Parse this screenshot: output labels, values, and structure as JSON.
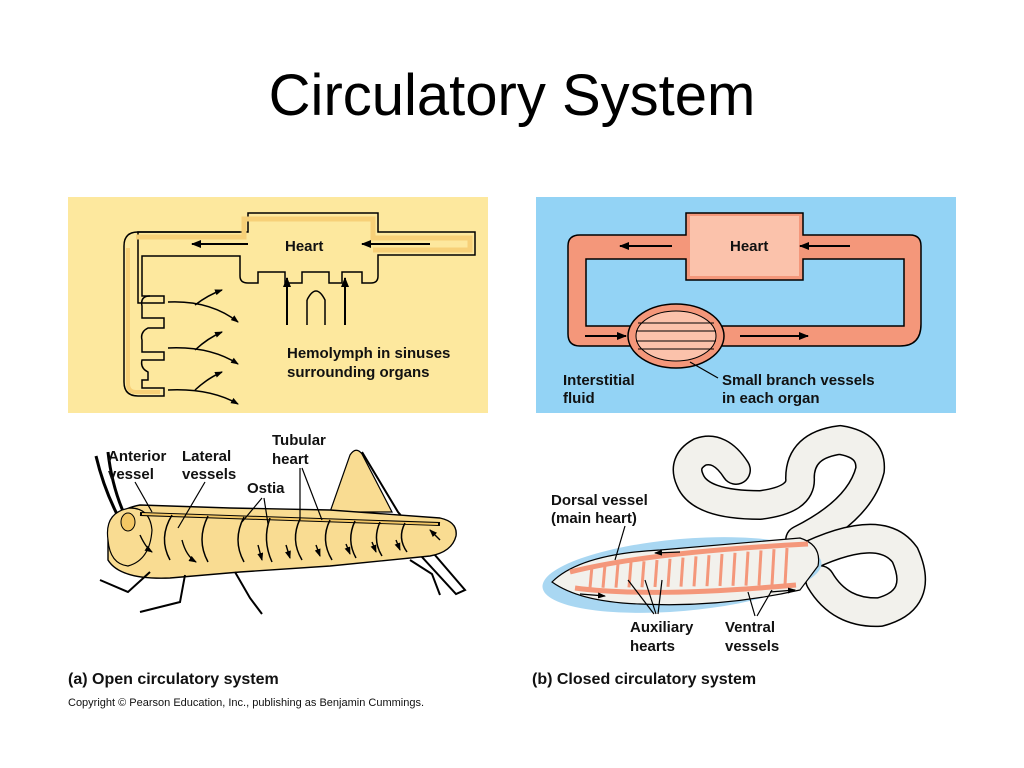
{
  "slide": {
    "title": "Circulatory System",
    "colors": {
      "open_panel": "#fde89e",
      "closed_panel": "#93d3f5",
      "open_vessel": "#f7d078",
      "closed_vessel": "#f4977a",
      "closed_vessel_light": "#fbc2ab",
      "insect_body": "#f9dc92",
      "worm_body": "#f2f1ec",
      "worm_glow": "#a9d7f2"
    }
  },
  "open_system": {
    "heart_label": "Heart",
    "sinus_label": [
      "Hemolymph in sinuses",
      "surrounding organs"
    ],
    "insect_labels": {
      "anterior_vessel": [
        "Anterior",
        "vessel"
      ],
      "lateral_vessels": [
        "Lateral",
        "vessels"
      ],
      "tubular_heart": [
        "Tubular",
        "heart"
      ],
      "ostia": "Ostia"
    },
    "caption": "(a) Open circulatory system"
  },
  "closed_system": {
    "heart_label": "Heart",
    "interstitial_label": [
      "Interstitial",
      "fluid"
    ],
    "branch_label": [
      "Small branch vessels",
      "in each organ"
    ],
    "worm_labels": {
      "dorsal_vessel": [
        "Dorsal vessel",
        "(main heart)"
      ],
      "auxiliary_hearts": [
        "Auxiliary",
        "hearts"
      ],
      "ventral_vessels": [
        "Ventral",
        "vessels"
      ]
    },
    "caption": "(b) Closed circulatory system"
  },
  "copyright": "Copyright © Pearson Education, Inc., publishing as Benjamin Cummings."
}
